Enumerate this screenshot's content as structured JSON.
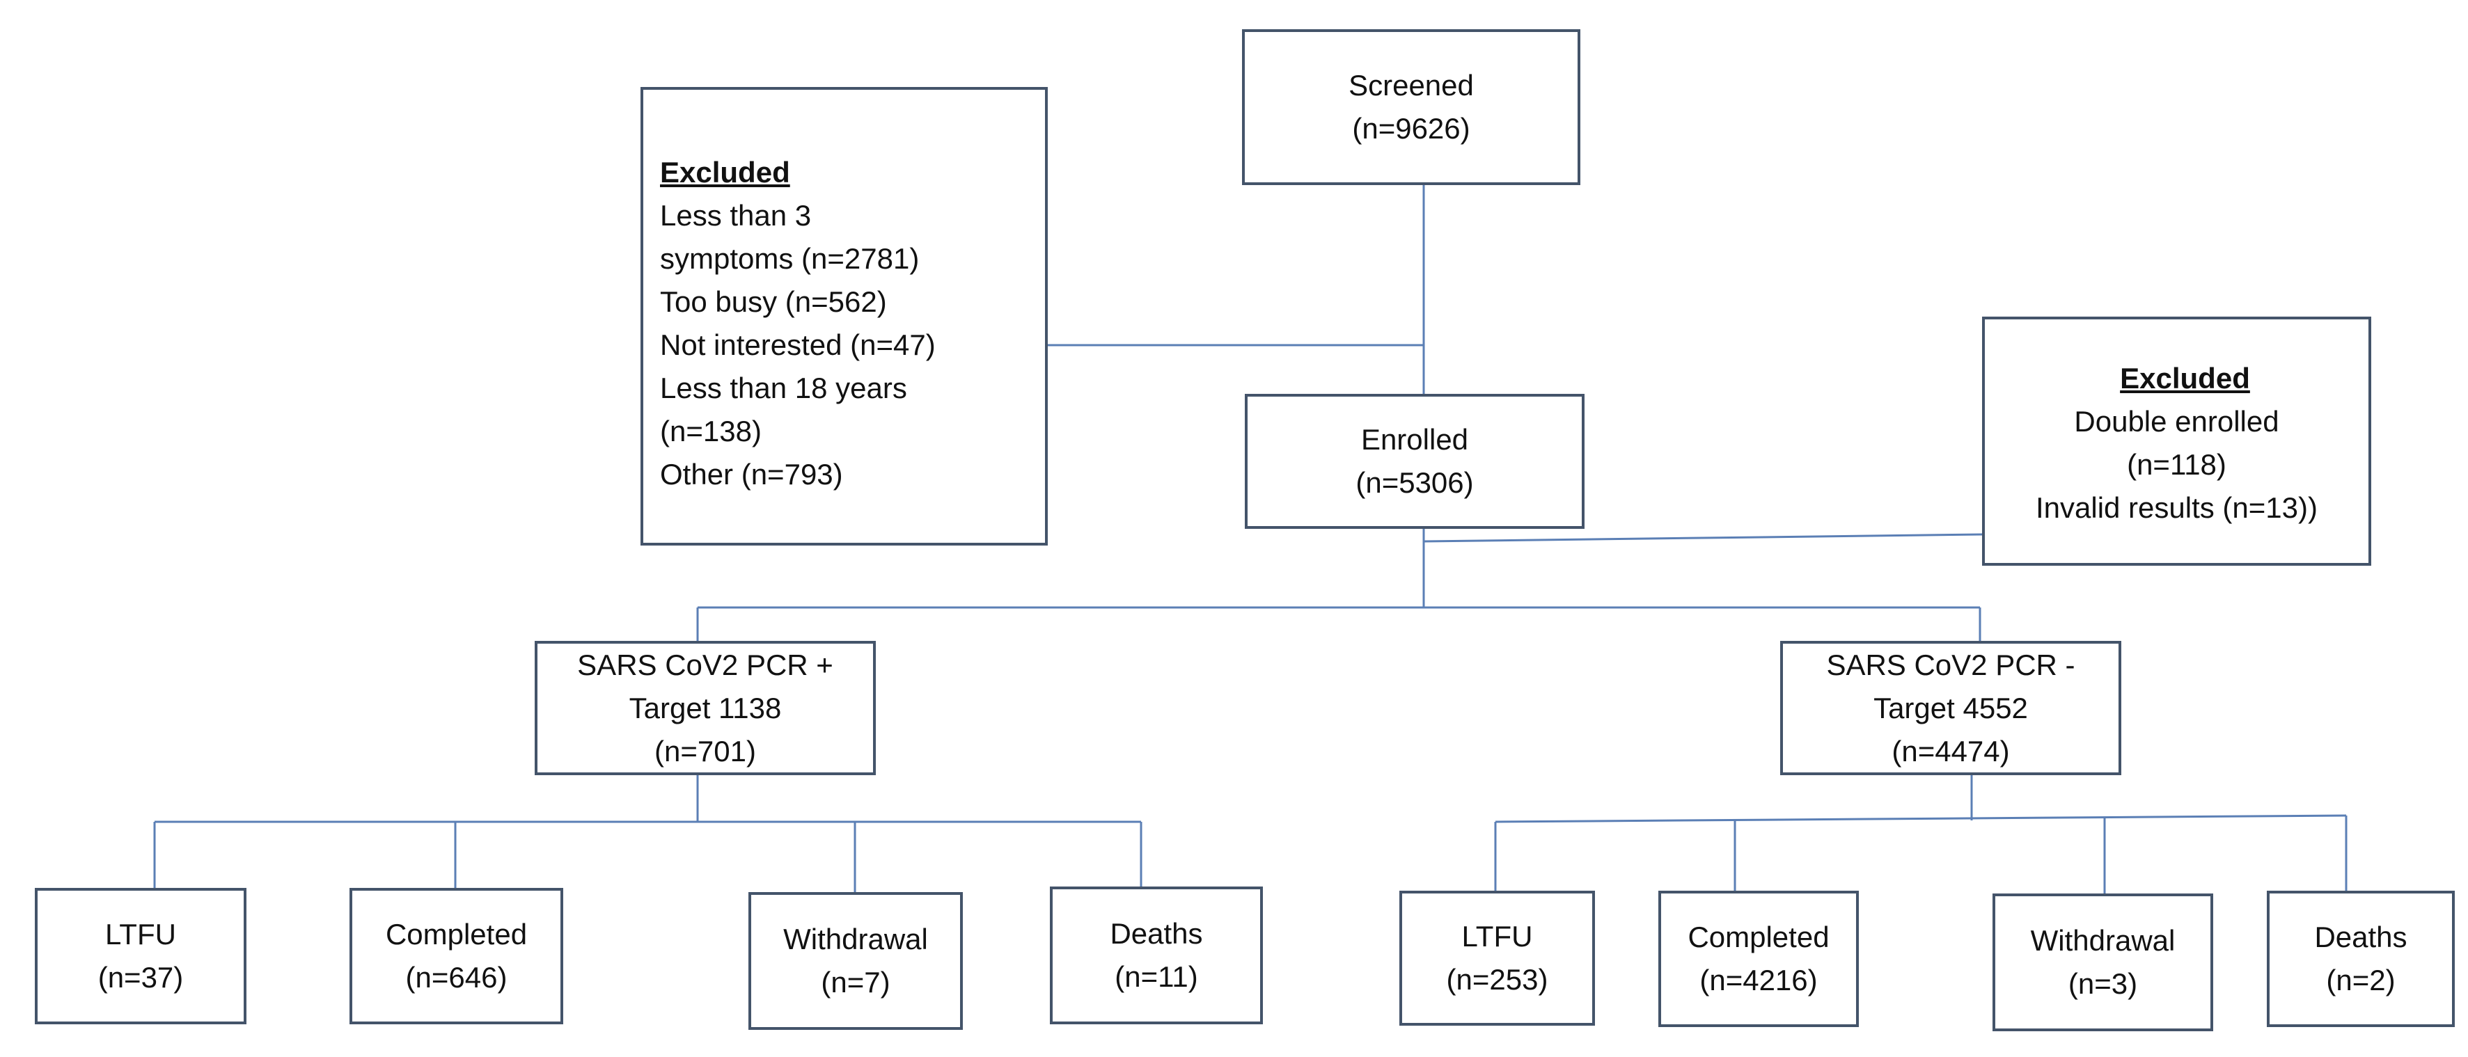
{
  "screened": {
    "title": "Screened",
    "count": "(n=9626)"
  },
  "enrolled": {
    "title": "Enrolled",
    "count": "(n=5306)"
  },
  "excluded_screening": {
    "heading": "Excluded",
    "lines": [
      "Less  than  3",
      "symptoms  (n=2781)",
      "Too busy   (n=562)",
      "Not interested (n=47)",
      "Less than 18 years",
      "(n=138)",
      "Other (n=793)"
    ]
  },
  "excluded_enrollment": {
    "heading": "Excluded",
    "lines": [
      "Double enrolled",
      "(n=118)",
      "Invalid results (n=13))"
    ]
  },
  "pcr_positive": {
    "line1": "SARS CoV2 PCR +",
    "line2": "Target 1138",
    "count": "(n=701)"
  },
  "pcr_negative": {
    "line1": "SARS CoV2 PCR -",
    "line2": "Target 4552",
    "count": "(n=4474)"
  },
  "positive_outcomes": [
    {
      "label": "LTFU",
      "count": "(n=37)"
    },
    {
      "label": "Completed",
      "count": "(n=646)"
    },
    {
      "label": "Withdrawal",
      "count": "(n=7)"
    },
    {
      "label": "Deaths",
      "count": "(n=11)"
    }
  ],
  "negative_outcomes": [
    {
      "label": "LTFU",
      "count": "(n=253)"
    },
    {
      "label": "Completed",
      "count": "(n=4216)"
    },
    {
      "label": "Withdrawal",
      "count": "(n=3)"
    },
    {
      "label": "Deaths",
      "count": "(n=2)"
    }
  ],
  "colors": {
    "box_border": "#44546a",
    "connector": "#5b7fb5"
  }
}
